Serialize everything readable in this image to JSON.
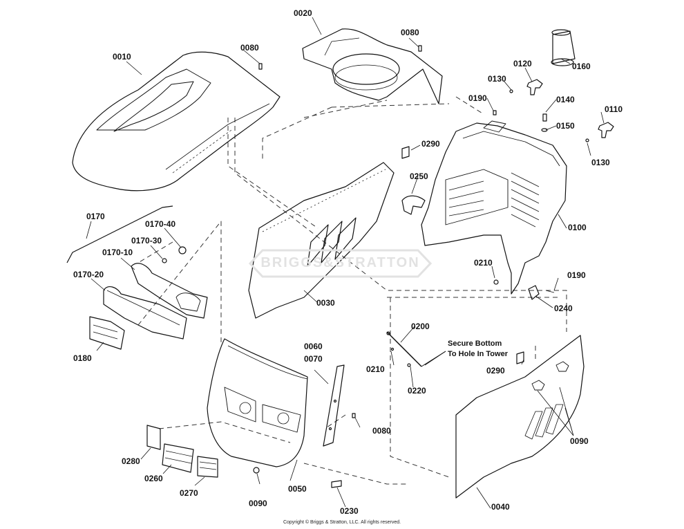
{
  "labels": {
    "l0010": "0010",
    "l0020": "0020",
    "l0030": "0030",
    "l0040": "0040",
    "l0050": "0050",
    "l0060": "0060",
    "l0070": "0070",
    "l0080a": "0080",
    "l0080b": "0080",
    "l0080c": "0080",
    "l0090a": "0090",
    "l0090b": "0090",
    "l0100": "0100",
    "l0110": "0110",
    "l0120": "0120",
    "l0130a": "0130",
    "l0130b": "0130",
    "l0140": "0140",
    "l0150": "0150",
    "l0160": "0160",
    "l0170": "0170",
    "l0170_10": "0170-10",
    "l0170_20": "0170-20",
    "l0170_30": "0170-30",
    "l0170_40": "0170-40",
    "l0180": "0180",
    "l0190a": "0190",
    "l0190b": "0190",
    "l0200": "0200",
    "l0210a": "0210",
    "l0210b": "0210",
    "l0220": "0220",
    "l0230": "0230",
    "l0240": "0240",
    "l0250": "0250",
    "l0260": "0260",
    "l0270": "0270",
    "l0280": "0280",
    "l0290a": "0290",
    "l0290b": "0290"
  },
  "note": {
    "line1": "Secure Bottom",
    "line2": "To Hole In Tower"
  },
  "watermark": "BRIGGS&STRATTON",
  "copyright": "Copyright © Briggs & Stratton, LLC. All rights reserved.",
  "colors": {
    "line": "#111111",
    "dash": "#333333",
    "watermark": "#e2e2e2"
  }
}
